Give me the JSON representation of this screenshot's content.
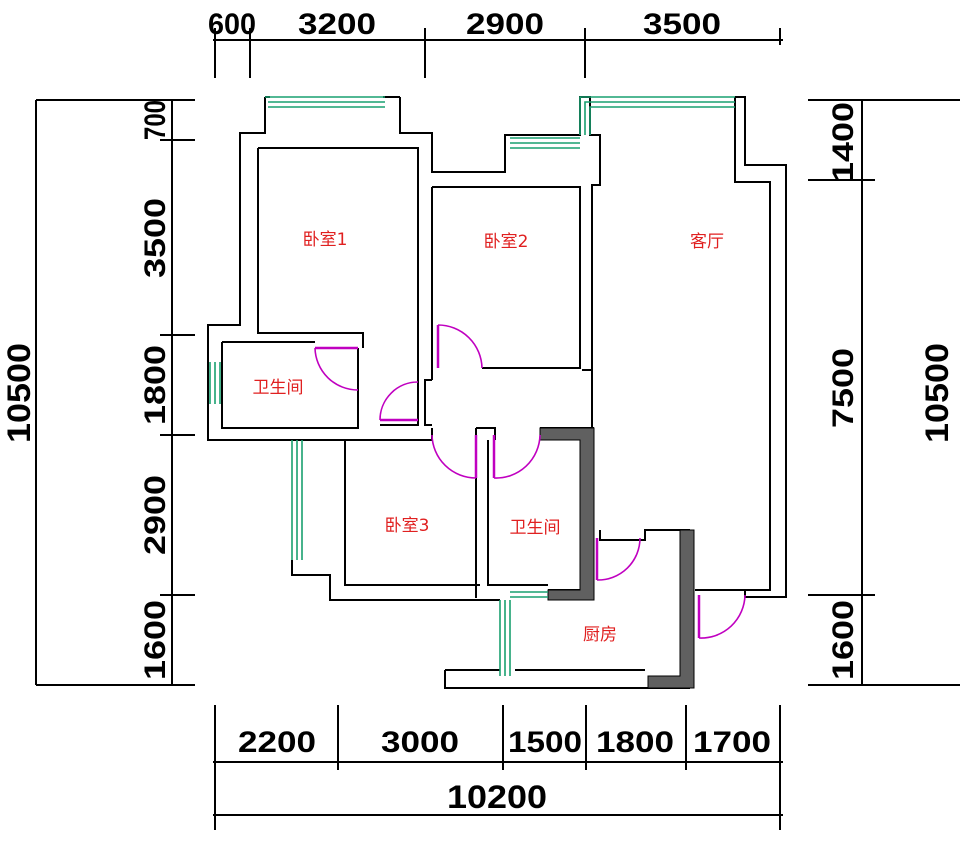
{
  "dimensions": {
    "top": [
      "600",
      "3200",
      "2900",
      "3500"
    ],
    "left": [
      "700",
      "3500",
      "1800",
      "2900",
      "1600"
    ],
    "left_total": "10500",
    "right": [
      "1400",
      "7500",
      "1600"
    ],
    "right_total": "10500",
    "bottom": [
      "2200",
      "3000",
      "1500",
      "1800",
      "1700"
    ],
    "bottom_total": "10200"
  },
  "rooms": {
    "bedroom1": "卧室1",
    "bedroom2": "卧室2",
    "living": "客厅",
    "bath1": "卫生间",
    "bedroom3": "卧室3",
    "bath2": "卫生间",
    "kitchen": "厨房"
  },
  "colors": {
    "wall": "#000000",
    "window": "#19a070",
    "door": "#c000c0",
    "room_label": "#e02020",
    "solid_wall": "#606060"
  }
}
